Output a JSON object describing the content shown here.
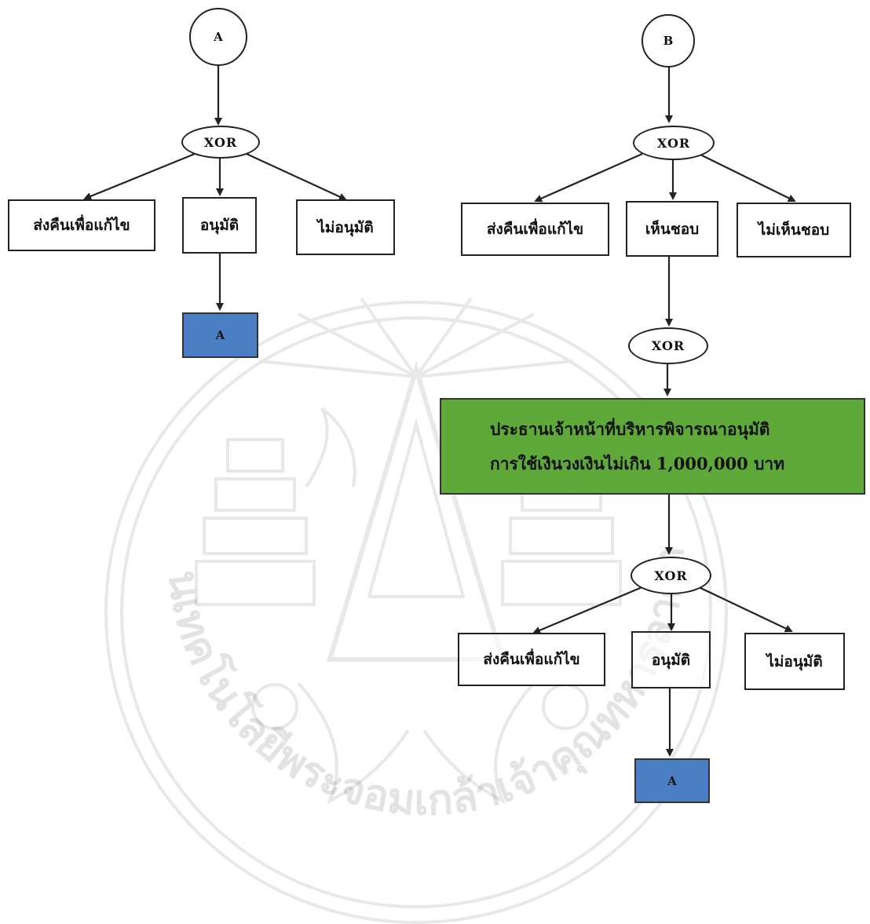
{
  "colors": {
    "connector_blue": "#4a7fc4",
    "decision_green": "#5fa83a",
    "line": "#222222"
  },
  "left_flow": {
    "start": "A",
    "gate": "XOR",
    "options": [
      "ส่งคืนเพื่อแก้ไข",
      "อนุมัติ",
      "ไม่อนุมัติ"
    ],
    "end": "A"
  },
  "right_flow": {
    "start": "B",
    "gate1": "XOR",
    "options1": [
      "ส่งคืนเพื่อแก้ไข",
      "เห็นชอบ",
      "ไม่เห็นชอบ"
    ],
    "gate2": "XOR",
    "decision": {
      "line1": "ประธานเจ้าหน้าที่บริหารพิจารณาอนุมัติ",
      "line2": "การใช้เงินวงเงินไม่เกิน 1,000,000  บาท"
    },
    "gate3": "XOR",
    "options2": [
      "ส่งคืนเพื่อแก้ไข",
      "อนุมัติ",
      "ไม่อนุมัติ"
    ],
    "end": "A"
  },
  "watermark": {
    "text": "สถาบันเทคโนโลยีพระจอมเกล้าเจ้าคุณทหารลาดกระบัง"
  }
}
